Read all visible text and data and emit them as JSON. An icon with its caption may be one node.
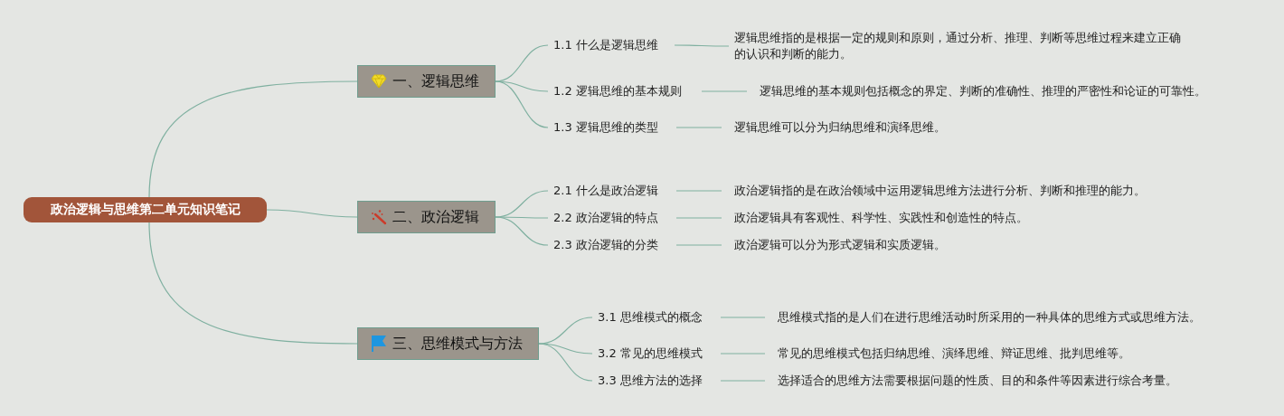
{
  "diagram": {
    "nodes": [
      {
        "text": [
          "政治逻辑与思维第二单元知识笔记"
        ]
      },
      {
        "text": [
          "一、逻辑思维"
        ]
      },
      {
        "text": [
          "1.1 什么是逻辑思维"
        ]
      },
      {
        "text": [
          "逻辑思维指的是根据一定的规则和原则，通过分析、推理、判断等思维过程来建立正确的认识和判断的能力。"
        ]
      },
      {
        "text": [
          "1.2 逻辑思维的基本规则"
        ]
      },
      {
        "text": [
          "逻辑思维的基本规则包括概念的界定、判断的准确性、推理的严密性和论证的可靠性。"
        ]
      },
      {
        "text": [
          "1.3 逻辑思维的类型"
        ]
      },
      {
        "text": [
          "逻辑思维可以分为归纳思维和演绎思维。"
        ]
      },
      {
        "text": [
          "二、政治逻辑"
        ]
      },
      {
        "text": [
          "2.1 什么是政治逻辑"
        ]
      },
      {
        "text": [
          "政治逻辑指的是在政治领域中运用逻辑思维方法进行分析、判断和推理的能力。"
        ]
      },
      {
        "text": [
          "2.2 政治逻辑的特点"
        ]
      },
      {
        "text": [
          "政治逻辑具有客观性、科学性、实践性和创造性的特点。"
        ]
      },
      {
        "text": [
          "2.3 政治逻辑的分类"
        ]
      },
      {
        "text": [
          "政治逻辑可以分为形式逻辑和实质逻辑。"
        ]
      },
      {
        "text": [
          "三、思维模式与方法"
        ]
      },
      {
        "text": [
          "3.1 思维模式的概念"
        ]
      },
      {
        "text": [
          "思维模式指的是人们在进行思维活动时所采用的一种具体的思维方式或思维方法。"
        ]
      },
      {
        "text": [
          "3.2 常见的思维模式"
        ]
      },
      {
        "text": [
          "常见的思维模式包括归纳思维、演绎思维、辩证思维、批判思维等。"
        ]
      },
      {
        "text": [
          "3.3 思维方法的选择"
        ]
      },
      {
        "text": [
          "选择适合的思维方法需要根据问题的性质、目的和条件等因素进行综合考量。"
        ]
      }
    ],
    "edges": [
      {
        "from": 0,
        "to": 1,
        "arrow": "none"
      },
      {
        "from": 0,
        "to": 8,
        "arrow": "none"
      },
      {
        "from": 0,
        "to": 15,
        "arrow": "none"
      },
      {
        "from": 1,
        "to": 2,
        "arrow": "none"
      },
      {
        "from": 2,
        "to": 3,
        "arrow": "none"
      },
      {
        "from": 1,
        "to": 4,
        "arrow": "none"
      },
      {
        "from": 4,
        "to": 5,
        "arrow": "none"
      },
      {
        "from": 1,
        "to": 6,
        "arrow": "none"
      },
      {
        "from": 6,
        "to": 7,
        "arrow": "none"
      },
      {
        "from": 8,
        "to": 9,
        "arrow": "none"
      },
      {
        "from": 9,
        "to": 10,
        "arrow": "none"
      },
      {
        "from": 8,
        "to": 11,
        "arrow": "none"
      },
      {
        "from": 11,
        "to": 12,
        "arrow": "none"
      },
      {
        "from": 8,
        "to": 13,
        "arrow": "none"
      },
      {
        "from": 13,
        "to": 14,
        "arrow": "none"
      },
      {
        "from": 15,
        "to": 16,
        "arrow": "none"
      },
      {
        "from": 16,
        "to": 17,
        "arrow": "none"
      },
      {
        "from": 15,
        "to": 18,
        "arrow": "none"
      },
      {
        "from": 18,
        "to": 19,
        "arrow": "none"
      },
      {
        "from": 15,
        "to": 20,
        "arrow": "none"
      },
      {
        "from": 20,
        "to": 21,
        "arrow": "none"
      }
    ]
  }
}
